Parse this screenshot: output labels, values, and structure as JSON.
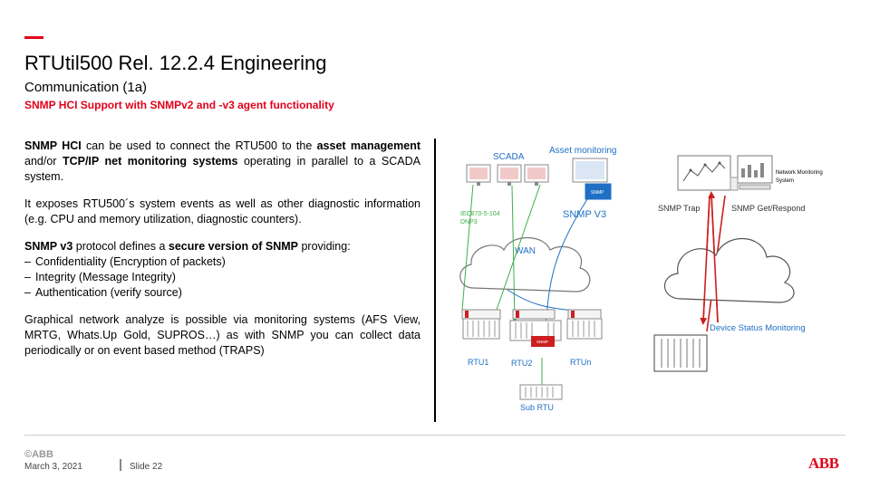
{
  "slide": {
    "title": "RTUtil500 Rel. 12.2.4 Engineering",
    "subtitle": "Communication (1a)",
    "tagline": "SNMP HCI Support with SNMPv2 and -v3 agent functionality"
  },
  "body": {
    "p1": {
      "a": "SNMP HCI",
      "b": " can be used to connect the RTU500 to the ",
      "c": "asset management",
      "d": " and/or ",
      "e": "TCP/IP net monitoring systems",
      "f": " operating in parallel to a SCADA system."
    },
    "p2": "It exposes RTU500´s system events as well as other diagnostic information (e.g. CPU and memory utilization, diagnostic counters).",
    "p3": {
      "a": "SNMP v3",
      "b": " protocol defines a ",
      "c": "secure version of SNMP",
      "d": " providing:"
    },
    "list": [
      {
        "dash": "–",
        "text": "Confidentiality (Encryption of packets)"
      },
      {
        "dash": "–",
        "text": "Integrity (Message Integrity)"
      },
      {
        "dash": "–",
        "text": "Authentication (verify source)"
      }
    ],
    "p4": "Graphical network analyze is possible via monitoring systems (AFS View, MRTG, Whats.Up Gold, SUPROS…) as with SNMP you can collect data periodically or on event based method (TRAPS)"
  },
  "diagram": {
    "scada": "SCADA",
    "asset_monitoring": "Asset monitoring",
    "snmp_chip": "SNMP",
    "snmp_v3": "SNMP V3",
    "iec_line1": "IEC870-5-104",
    "iec_line2": "DNP3",
    "wan": "WAN",
    "rtu_chip": "SNMP",
    "rtu1": "RTU1",
    "rtu2": "RTU2",
    "rtun": "RTUn",
    "sub_rtu": "Sub RTU",
    "nms_line1": "Network Monitoring",
    "nms_line2": "System",
    "snmp_trap": "SNMP Trap",
    "snmp_get": "SNMP Get/Respond",
    "device_status": "Device Status Monitoring"
  },
  "footer": {
    "mini_logo": "©ABB",
    "date": "March 3, 2021",
    "slide_no": "Slide 22",
    "logo": "ABB"
  },
  "colors": {
    "accent": "#e2001a",
    "diagram_blue": "#1f6fc5",
    "diagram_green": "#3fae49",
    "diagram_red": "#cc1f1f"
  }
}
